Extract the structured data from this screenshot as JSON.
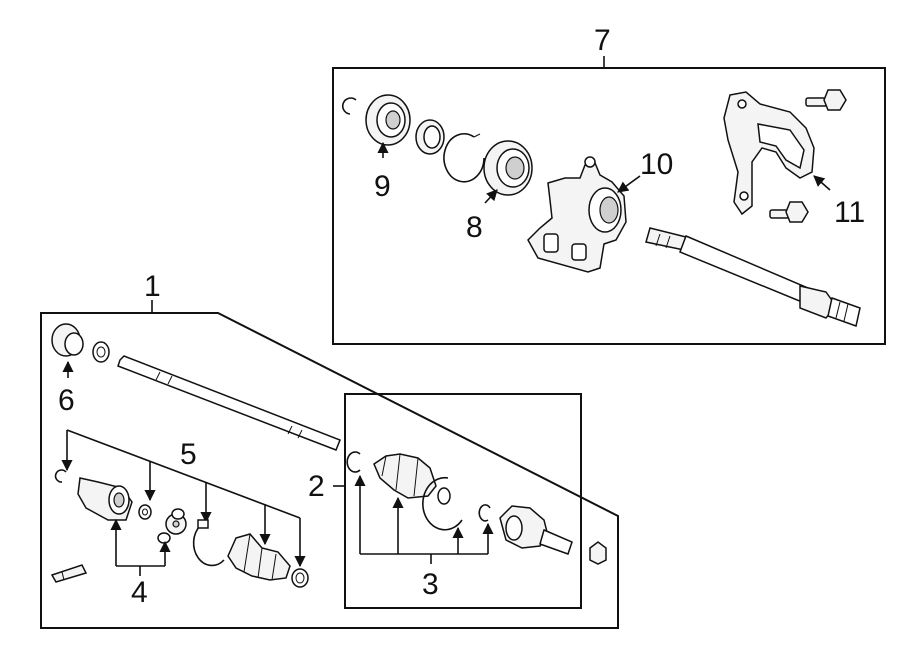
{
  "callouts": {
    "c1": "1",
    "c2": "2",
    "c3": "3",
    "c4": "4",
    "c5": "5",
    "c6": "6",
    "c7": "7",
    "c8": "8",
    "c9": "9",
    "c10": "10",
    "c11": "11"
  },
  "colors": {
    "line": "#111111",
    "background": "#ffffff",
    "part_fill": "#f4f4f4"
  }
}
